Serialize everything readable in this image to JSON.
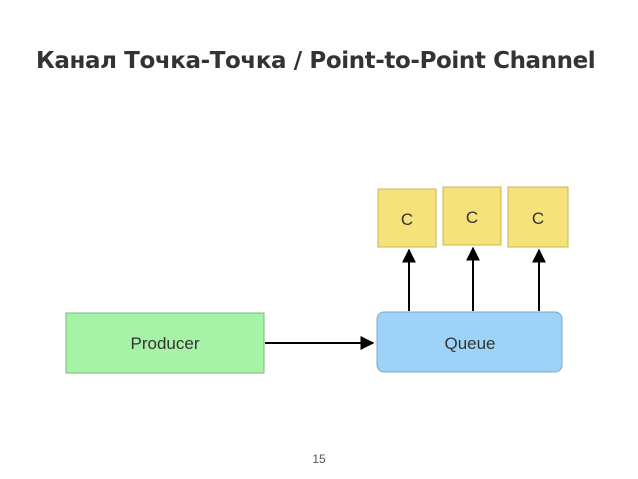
{
  "slide": {
    "title": "Канал Точка-Точка / Point-to-Point Channel",
    "page_number": "15"
  },
  "diagram": {
    "producer": {
      "label": "Producer",
      "color": "#a6f2a6"
    },
    "queue": {
      "label": "Queue",
      "color": "#9dd3f7"
    },
    "consumers": [
      {
        "label": "C",
        "color": "#f5e27a"
      },
      {
        "label": "C",
        "color": "#f5e27a"
      },
      {
        "label": "C",
        "color": "#f5e27a"
      }
    ],
    "edges": [
      {
        "from": "producer",
        "to": "queue"
      },
      {
        "from": "queue",
        "to": "consumer-1"
      },
      {
        "from": "queue",
        "to": "consumer-2"
      },
      {
        "from": "queue",
        "to": "consumer-3"
      }
    ]
  }
}
